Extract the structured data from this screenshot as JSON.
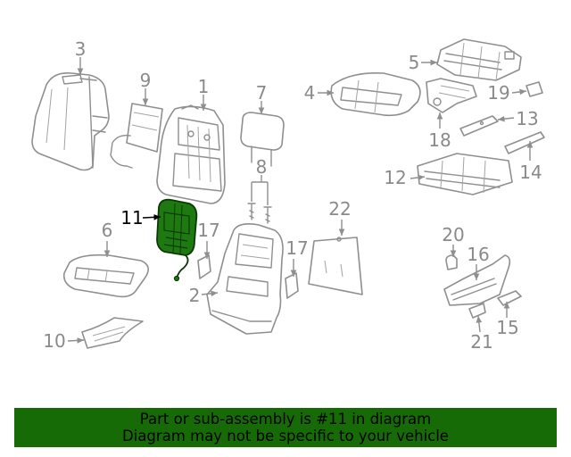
{
  "highlighted_part": "11",
  "callouts": {
    "c1": "1",
    "c2": "2",
    "c3": "3",
    "c4": "4",
    "c5": "5",
    "c6": "6",
    "c7": "7",
    "c8": "8",
    "c9": "9",
    "c10": "10",
    "c11": "11",
    "c12": "12",
    "c13": "13",
    "c14": "14",
    "c15": "15",
    "c16": "16",
    "c17a": "17",
    "c17b": "17",
    "c18": "18",
    "c19": "19",
    "c20": "20",
    "c21": "21",
    "c22": "22"
  },
  "banner": {
    "line1": "Part or sub-assembly is #11 in diagram",
    "line2": "Diagram may not be specific to your vehicle"
  },
  "colors": {
    "highlight_part": "#1e7a10",
    "banner_bg": "#176b06",
    "line_art": "#8f8f8f",
    "label_text": "#8a8a8a"
  }
}
